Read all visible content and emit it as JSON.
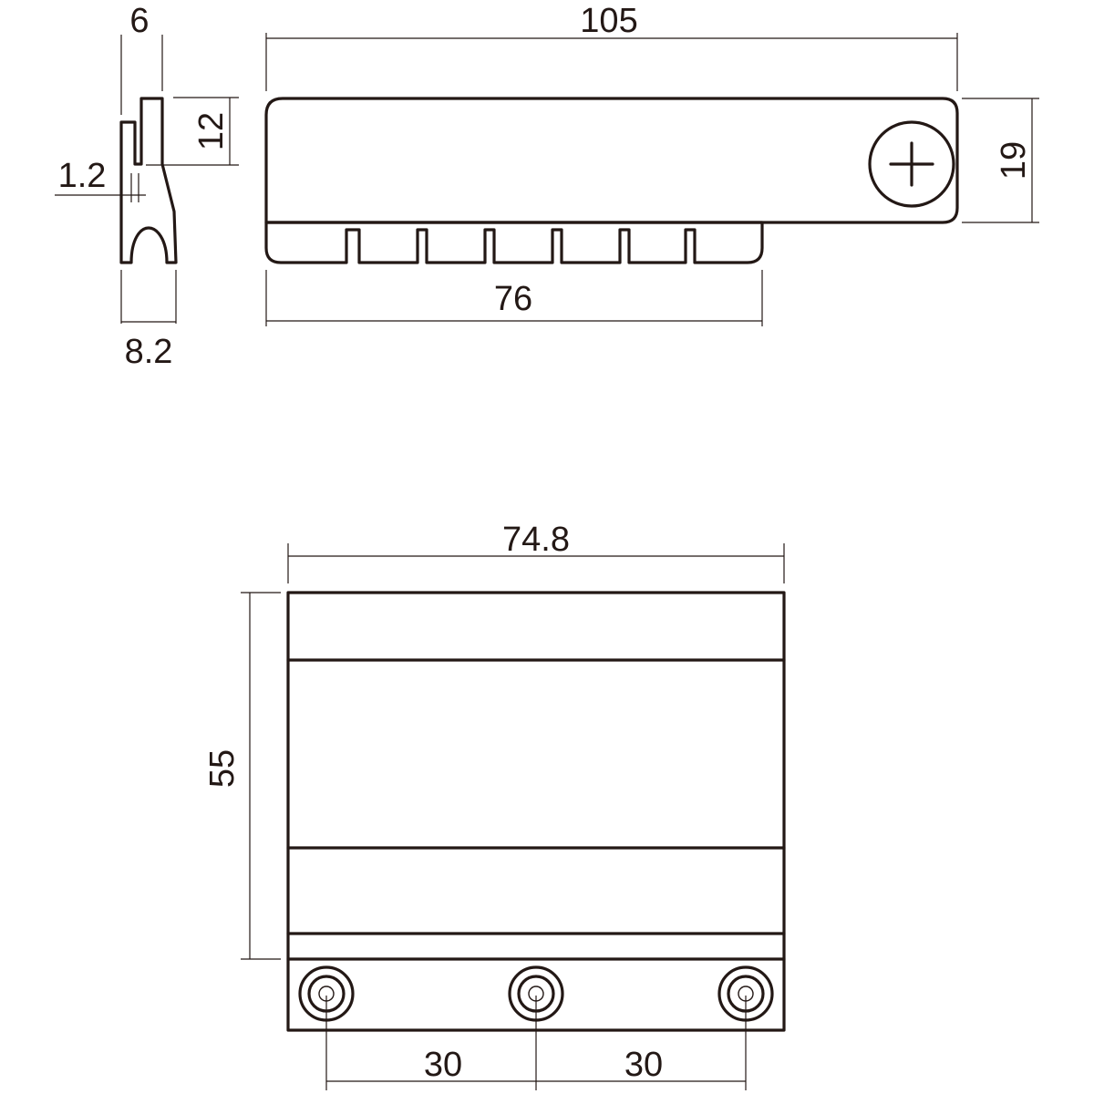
{
  "side_view": {
    "dim_top_width": "6",
    "dim_slot_depth": "12",
    "dim_thickness": "1.2",
    "dim_bottom_width": "8.2"
  },
  "front_view": {
    "dim_total_length": "105",
    "dim_height": "19",
    "dim_lower_length": "76"
  },
  "plan_view": {
    "dim_width": "74.8",
    "dim_depth": "55",
    "dim_hole_pitch_left": "30",
    "dim_hole_pitch_right": "30"
  }
}
